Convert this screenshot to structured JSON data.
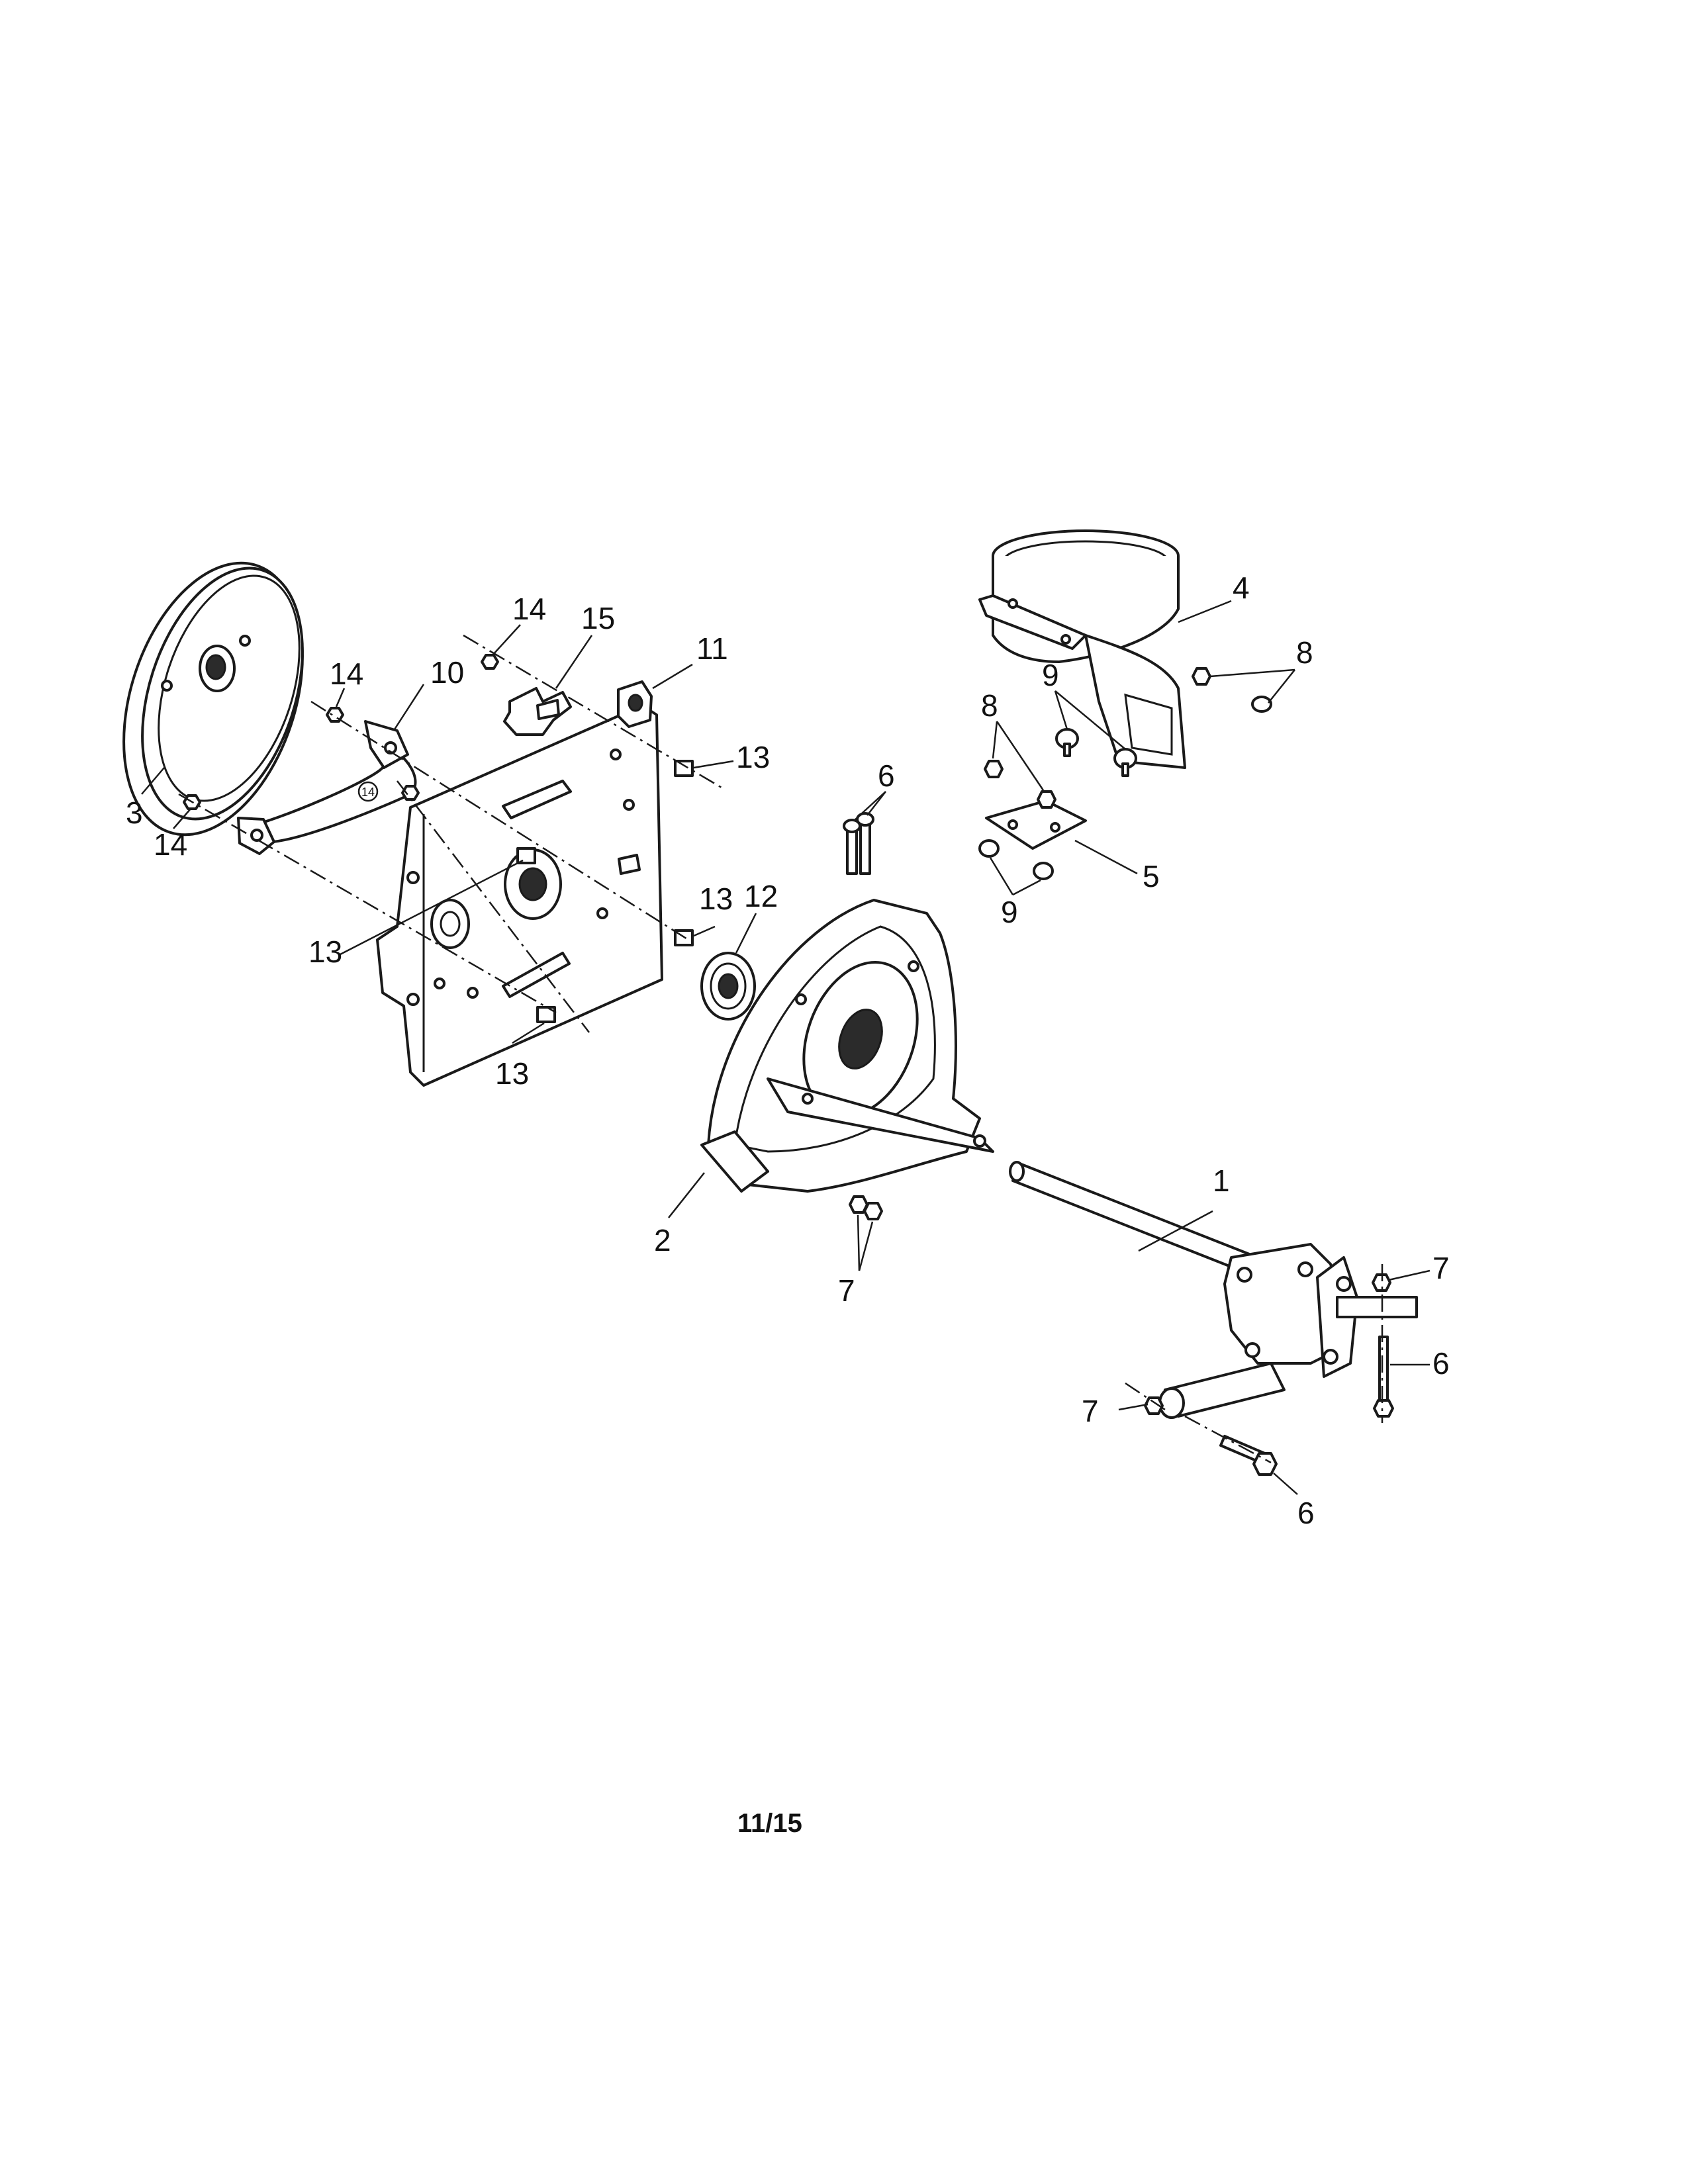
{
  "diagram": {
    "page_number": "11/15",
    "callouts": {
      "c1": "1",
      "c2": "2",
      "c3": "3",
      "c4": "4",
      "c5": "5",
      "c6a": "6",
      "c6b": "6",
      "c6c": "6",
      "c7a": "7",
      "c7b": "7",
      "c7c": "7",
      "c8a": "8",
      "c8b": "8",
      "c9a": "9",
      "c9b": "9",
      "c10": "10",
      "c11": "11",
      "c12": "12",
      "c13a": "13",
      "c13b": "13",
      "c13c": "13",
      "c13d": "13",
      "c14a": "14",
      "c14b": "14",
      "c14c": "14",
      "c14d": "14",
      "c15": "15"
    }
  }
}
